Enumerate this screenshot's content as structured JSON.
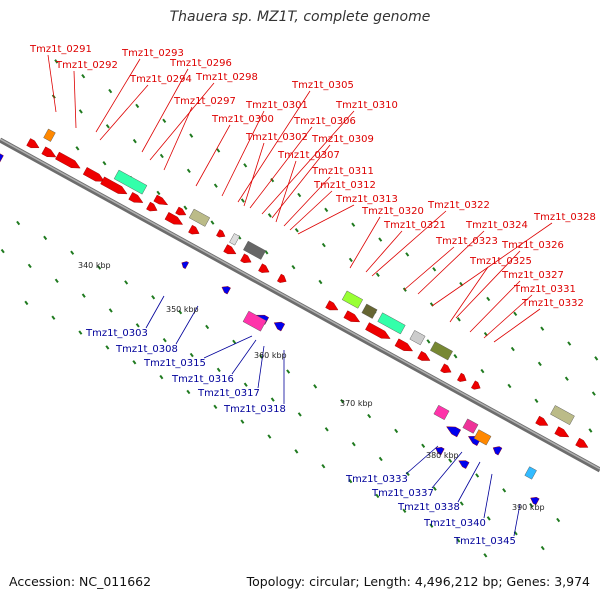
{
  "title": "Thauera sp. MZ1T, complete genome",
  "footer": {
    "accession": "Accession: NC_011662",
    "summary": "Topology: circular; Length: 4,496,212 bp; Genes: 3,974"
  },
  "colors": {
    "backbone": "#8a8a8a",
    "cds": "#ee0000",
    "top_label": "#dd0000",
    "bottom_label": "#00009a",
    "minus_strand": "#0000ee",
    "tick_dot": "#1f7a1f"
  },
  "scale_ticks": [
    "340 kbp",
    "350 kbp",
    "360 kbp",
    "370 kbp",
    "380 kbp",
    "390 kbp"
  ],
  "top_labels": [
    "Tmz1t_0291",
    "Tmz1t_0292",
    "Tmz1t_0293",
    "Tmz1t_0294",
    "Tmz1t_0296",
    "Tmz1t_0298",
    "Tmz1t_0297",
    "Tmz1t_0300",
    "Tmz1t_0301",
    "Tmz1t_0305",
    "Tmz1t_0306",
    "Tmz1t_0310",
    "Tmz1t_0302",
    "Tmz1t_0309",
    "Tmz1t_0307",
    "Tmz1t_0311",
    "Tmz1t_0312",
    "Tmz1t_0313",
    "Tmz1t_0320",
    "Tmz1t_0322",
    "Tmz1t_0321",
    "Tmz1t_0324",
    "Tmz1t_0328",
    "Tmz1t_0323",
    "Tmz1t_0326",
    "Tmz1t_0325",
    "Tmz1t_0327",
    "Tmz1t_0331",
    "Tmz1t_0332"
  ],
  "bottom_labels": [
    "Tmz1t_0303",
    "Tmz1t_0308",
    "Tmz1t_0315",
    "Tmz1t_0316",
    "Tmz1t_0317",
    "Tmz1t_0318",
    "Tmz1t_0333",
    "Tmz1t_0337",
    "Tmz1t_0338",
    "Tmz1t_0340",
    "Tmz1t_0345"
  ]
}
